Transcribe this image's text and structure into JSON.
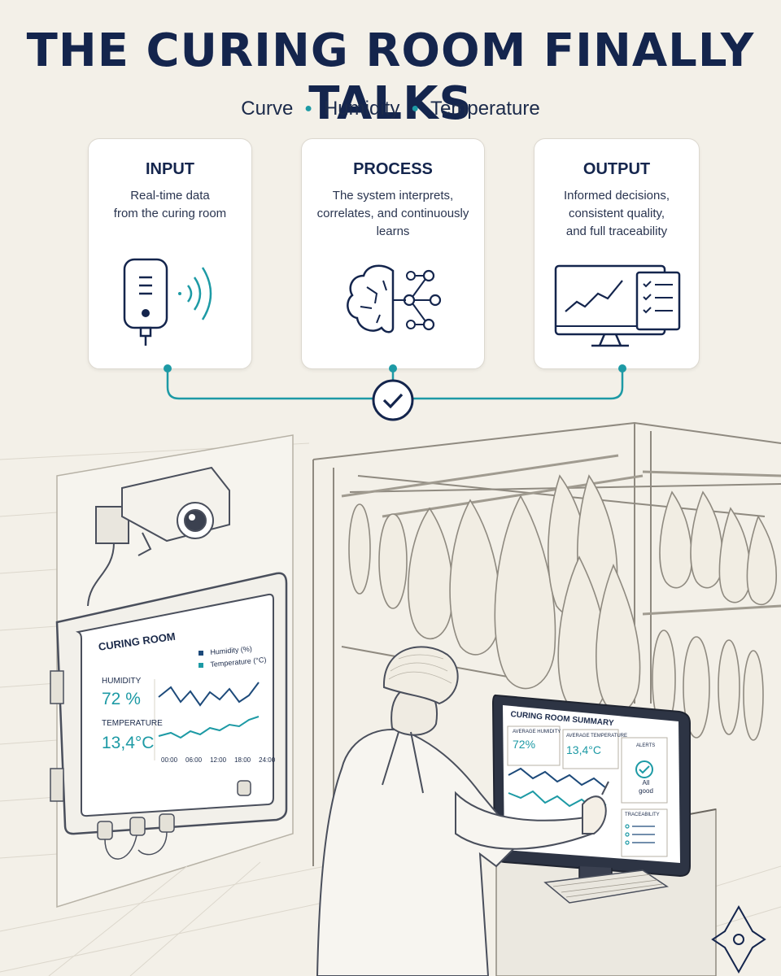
{
  "header": {
    "title": "THE CURING ROOM FINALLY TALKS",
    "subtitle_items": [
      "Curve",
      "Humidity",
      "Temperature"
    ]
  },
  "cards": [
    {
      "id": "input",
      "heading": "INPUT",
      "line1": "Real-time data",
      "line2": "from the curing room",
      "line3": "",
      "icon": "sensor-icon"
    },
    {
      "id": "process",
      "heading": "PROCESS",
      "line1": "The system interprets,",
      "line2": "correlates, and continuously",
      "line3": "learns",
      "icon": "brain-network-icon"
    },
    {
      "id": "output",
      "heading": "OUTPUT",
      "line1": "Informed decisions,",
      "line2": "consistent quality,",
      "line3": "and full traceability",
      "icon": "monitor-checklist-icon"
    }
  ],
  "wall_panel": {
    "title": "CURING ROOM",
    "humidity_label": "HUMIDITY",
    "humidity_value": "72 %",
    "temperature_label": "TEMPERATURE",
    "temperature_value": "13,4°C",
    "legend_humidity": "Humidity (%)",
    "legend_temperature": "Temperature (°C)",
    "time_ticks": [
      "00:00",
      "06:00",
      "12:00",
      "18:00",
      "24:00"
    ]
  },
  "desk_monitor": {
    "title": "CURING ROOM SUMMARY",
    "avg_humidity_label": "AVERAGE HUMIDITY",
    "avg_humidity_value": "72%",
    "avg_temperature_label": "AVERAGE TEMPERATURE",
    "avg_temperature_value": "13,4°C",
    "alerts_label": "ALERTS",
    "alerts_line1": "All",
    "alerts_line2": "good",
    "traceability_label": "TRACEABILITY"
  },
  "colors": {
    "navy": "#14254d",
    "teal": "#1d9aa5",
    "background": "#f3f0e8"
  }
}
